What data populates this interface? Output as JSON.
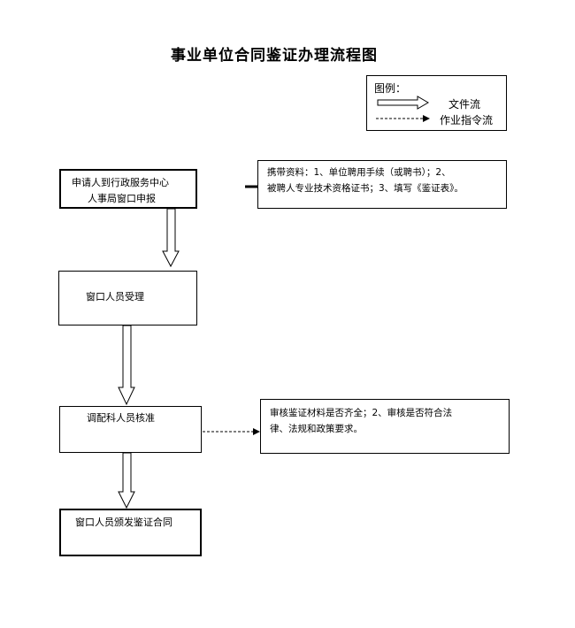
{
  "title": "事业单位合同鉴证办理流程图",
  "legend": {
    "title": "图例：",
    "file_flow": "文件流",
    "instruction_flow": "作业指令流"
  },
  "steps": [
    {
      "lines": [
        "申请人到行政服务中心",
        "人事局窗口申报"
      ]
    },
    {
      "lines": [
        "窗口人员受理"
      ]
    },
    {
      "lines": [
        "调配科人员核准"
      ]
    },
    {
      "lines": [
        "窗口人员颁发鉴证合同"
      ]
    }
  ],
  "notes": [
    {
      "lines": [
        "携带资料：1、单位聘用手续（或聘书）；2、",
        "被聘人专业技术资格证书；3、填写《鉴证表》。"
      ]
    },
    {
      "lines": [
        "审核鉴证材料是否齐全；2、审核是否符合法",
        "律、法规和政策要求。"
      ]
    }
  ]
}
